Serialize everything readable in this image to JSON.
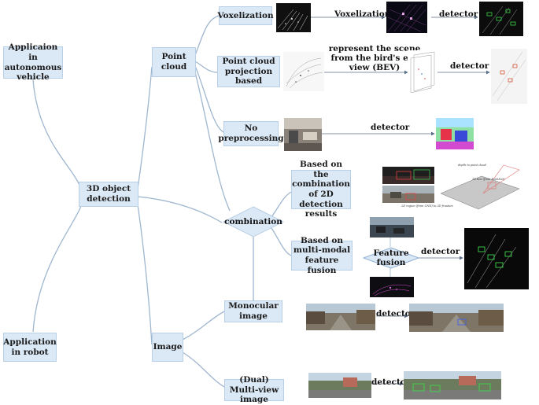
{
  "roots": {
    "autonomous": "Applicaion in autonomous vehicle",
    "robot": "Application in robot"
  },
  "center": "3D object detection",
  "branches": {
    "point_cloud": "Point cloud",
    "combination": "combination",
    "image": "Image"
  },
  "point_cloud_methods": {
    "voxelization": "Voxelization",
    "projection": "Point cloud projection based",
    "no_preprocessing": "No preprocessing"
  },
  "combination_methods": {
    "detection_results": "Based on the combination of 2D detection results",
    "feature_fusion": "Based on multi-modal feature fusion"
  },
  "image_methods": {
    "monocular": "Monocular image",
    "multi_view": "(Dual) Multi-view image"
  },
  "pipeline_labels": {
    "voxelization_step": "Voxelization",
    "bev_step": "represent the scene from the bird's eye view (BEV)",
    "feature_fusion_step": "Feature fusion",
    "detector_voxel": "detector",
    "detector_bev": "detector",
    "detector_raw": "detector",
    "detector_fusion": "detector",
    "detector_mono": "detector",
    "detector_multi": "detector"
  },
  "figure_annotations": {
    "frustum_note_1": "depth to point cloud",
    "frustum_note_2": "3D box (from PointNet)",
    "frustum_note_3": "2D region (from CNN) to 3D frustum"
  },
  "colors": {
    "box_fill": "#dbe8f5",
    "connector": "#9fb6cf",
    "arrow": "#5a6e86"
  }
}
